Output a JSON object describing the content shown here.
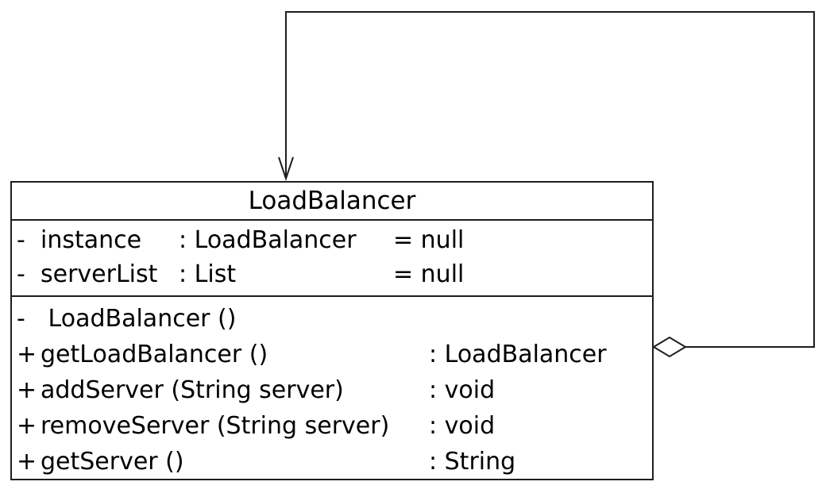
{
  "colors": {
    "line": "#1e1e1e",
    "background": "#ffffff",
    "box_fill": "#ffffff",
    "text": "#000000"
  },
  "klass": {
    "name": "LoadBalancer",
    "attributes": [
      {
        "visibility": "-",
        "name": "instance",
        "type": ": LoadBalancer",
        "default": "= null"
      },
      {
        "visibility": "-",
        "name": "serverList",
        "type": ": List",
        "default": "= null"
      }
    ],
    "methods": [
      {
        "visibility": "-",
        "signature": " LoadBalancer ()",
        "returns": ""
      },
      {
        "visibility": "+",
        "signature": "getLoadBalancer ()",
        "returns": ": LoadBalancer"
      },
      {
        "visibility": "+",
        "signature": "addServer (String server)",
        "returns": ": void"
      },
      {
        "visibility": "+",
        "signature": "removeServer (String server)",
        "returns": ": void"
      },
      {
        "visibility": "+",
        "signature": "getServer ()",
        "returns": ": String"
      }
    ]
  },
  "relationship": {
    "kind": "self-aggregation",
    "diamond_style": "hollow",
    "arrow_style": "open"
  }
}
